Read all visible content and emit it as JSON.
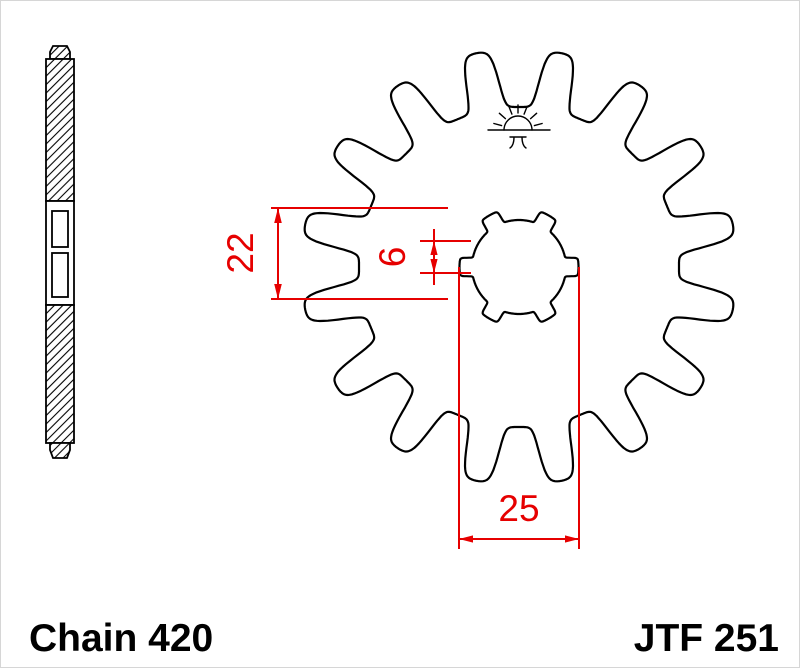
{
  "labels": {
    "chain_type": "Chain 420",
    "part_number": "JTF 251"
  },
  "dimensions": {
    "bore_diameter": "22",
    "spline_width": "6",
    "spline_outer_diameter": "25"
  },
  "colors": {
    "outline": "#000000",
    "dimension": "#e60000",
    "background": "#ffffff"
  },
  "drawing": {
    "gear_teeth": 16,
    "spline_notches": 6
  }
}
